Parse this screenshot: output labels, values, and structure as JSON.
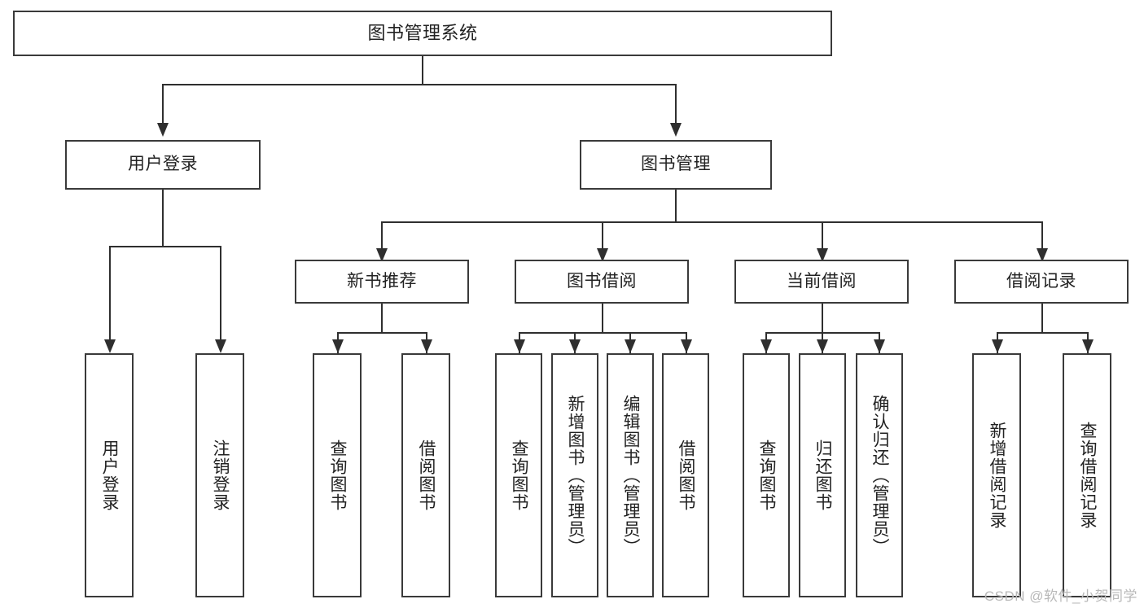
{
  "diagram": {
    "title": "图书管理系统",
    "type": "功能结构图",
    "watermark": "CSDN @软件_小贺同学",
    "colors": {
      "box_border": "#3a3a3a",
      "connector": "#2f2f2f",
      "background": "#ffffff",
      "text": "#222222",
      "watermark": "#b9b9b9"
    }
  },
  "nodes": {
    "root": {
      "label": "图书管理系统"
    },
    "level1": [
      {
        "label": "用户登录"
      },
      {
        "label": "图书管理"
      }
    ],
    "level2": [
      {
        "label": "新书推荐"
      },
      {
        "label": "图书借阅"
      },
      {
        "label": "当前借阅"
      },
      {
        "label": "借阅记录"
      }
    ],
    "leaves": {
      "user_login": [
        {
          "label": "用户登录"
        },
        {
          "label": "注销登录"
        }
      ],
      "new_book_recommend": [
        {
          "label": "查询图书"
        },
        {
          "label": "借阅图书"
        }
      ],
      "book_borrow": [
        {
          "label": "查询图书"
        },
        {
          "label": "新增图书（管理员）"
        },
        {
          "label": "编辑图书（管理员）"
        },
        {
          "label": "借阅图书"
        }
      ],
      "current_borrow": [
        {
          "label": "查询图书"
        },
        {
          "label": "归还图书"
        },
        {
          "label": "确认归还（管理员）"
        }
      ],
      "borrow_record": [
        {
          "label": "新增借阅记录"
        },
        {
          "label": "查询借阅记录"
        }
      ]
    }
  }
}
